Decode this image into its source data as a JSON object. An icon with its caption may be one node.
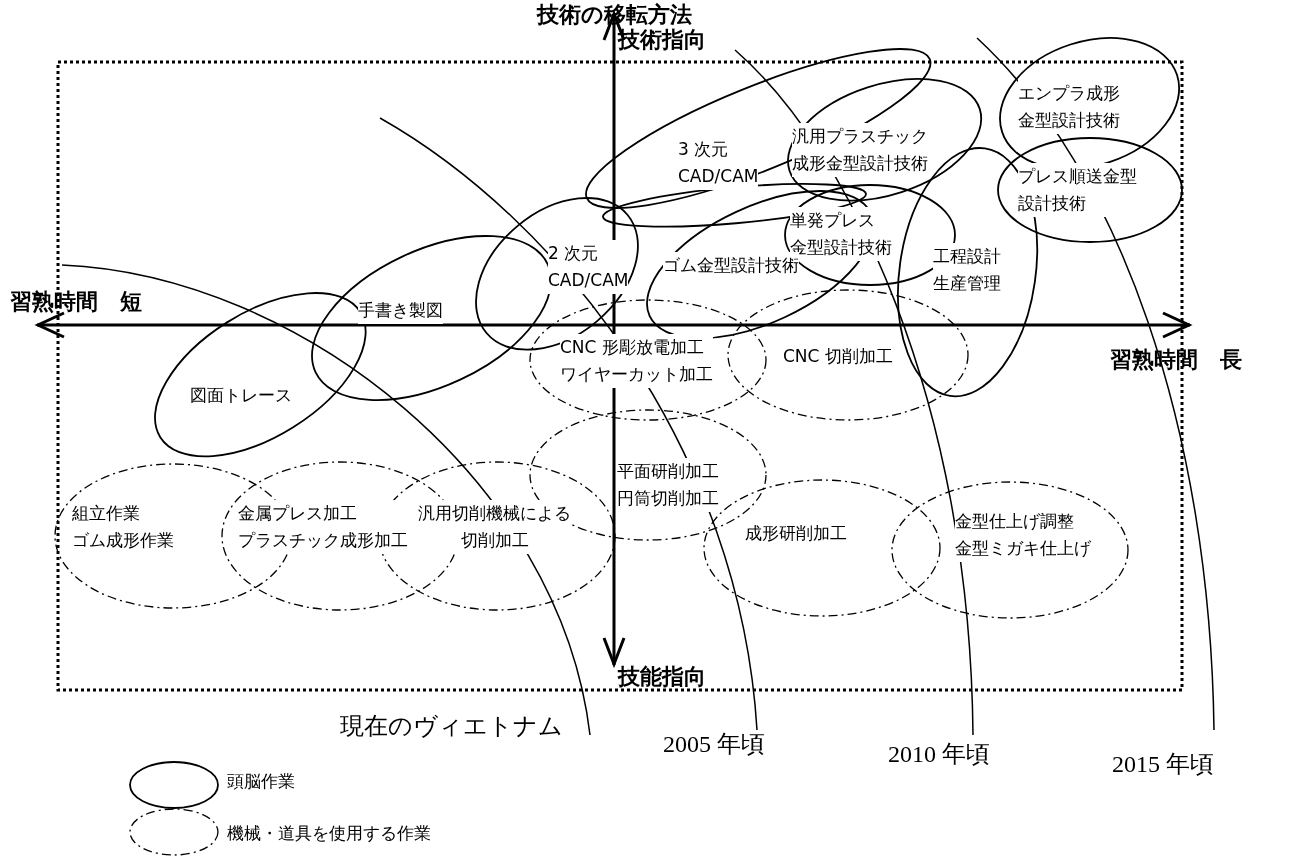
{
  "diagram": {
    "title": "技術の移転方法",
    "nodes": [
      {
        "text": [
          "図面トレース"
        ]
      },
      {
        "text": [
          "手書き製図"
        ]
      },
      {
        "text": [
          "2 次元 CAD/CAM"
        ]
      },
      {
        "text": [
          "3 次元 CAD/CAM"
        ]
      },
      {
        "text": [],
        "shape": "ellipse"
      },
      {
        "text": [
          "汎用プラスチック成形金型設計技術"
        ]
      },
      {
        "text": [
          "単発プレス金型設計技術"
        ]
      },
      {
        "text": [
          "ゴム金型設計技術"
        ]
      },
      {
        "text": [
          "工程設計生産管理"
        ]
      },
      {
        "text": [
          "エンプラ成形金型設計技術"
        ]
      },
      {
        "text": [
          "プレス順送金型設計技術"
        ]
      },
      {
        "text": [
          "CNC 形彫放電加工ワイヤーカット加工"
        ]
      },
      {
        "text": [
          "CNC 切削加工"
        ]
      },
      {
        "text": [
          "平面研削加工円筒切削加工"
        ]
      },
      {
        "text": [
          "成形研削加工"
        ]
      },
      {
        "text": [
          "金型仕上げ調整金型ミガキ仕上げ"
        ]
      },
      {
        "text": [
          "組立作業ゴム成形作業"
        ]
      },
      {
        "text": [
          "金属プレス加工プラスチック成形加工"
        ]
      },
      {
        "text": [
          "汎用切削機械による切削加工"
        ]
      }
    ],
    "labels": [
      "技術指向",
      "習熟時間　短",
      "習熟時間　長",
      "技能指向",
      "現在のヴィエトナム",
      "2005 年頃",
      "2010 年頃",
      "2015 年頃"
    ],
    "legend": [
      {
        "text": "頭脳作業"
      },
      {
        "text": "機械・道具を使用する作業"
      }
    ]
  }
}
